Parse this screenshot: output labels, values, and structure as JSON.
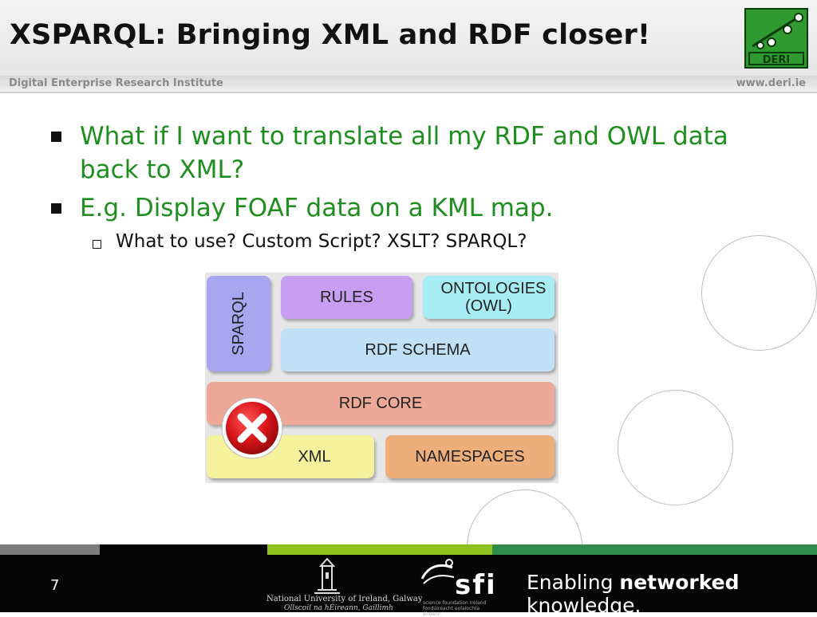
{
  "header": {
    "title": "XSPARQL: Bringing XML and RDF closer!",
    "institute": "Digital Enterprise Research Institute",
    "website": "www.deri.ie",
    "logo_text": "DERI"
  },
  "content": {
    "bullets": [
      "What if I want to translate all my RDF and OWL data back to XML?",
      "E.g. Display FOAF data on a KML map."
    ],
    "sub_bullet": "What to use? Custom Script? XSLT? SPARQL?"
  },
  "diagram": {
    "layers": {
      "sparql": "SPARQL",
      "rules": "RULES",
      "ontologies": "ONTOLOGIES (OWL)",
      "rdf_schema": "RDF SCHEMA",
      "rdf_core": "RDF CORE",
      "xml": "XML",
      "namespaces": "NAMESPACES"
    },
    "colors": {
      "sparql": "#a8a5f1",
      "rules": "#c89ef2",
      "ontologies": "#a6ecf3",
      "rdf_schema": "#bfe0f7",
      "rdf_core": "#eea898",
      "xml": "#f6f19c",
      "namespaces": "#eeae7a",
      "cross": "#d8141a"
    },
    "overlay_icon": "red-cross-icon"
  },
  "footer": {
    "page_number": "7",
    "nui_name": "National University of Ireland, Galway",
    "nui_irish": "Ollscoil na hÉireann, Gaillimh",
    "sfi_logo": "sfi",
    "sfi_caption": "science foundation ireland fondúireacht eolaíochta éireann",
    "slogan_pre": "Enabling ",
    "slogan_bold": "networked",
    "slogan_post": " knowledge."
  },
  "colors": {
    "bullet_text": "#1e8f1e",
    "stripe_gray": "#7d7d7d",
    "stripe_black": "#050505",
    "stripe_green_light": "#8fc21f",
    "stripe_green_dark": "#2e8d4a",
    "footer_bg": "#050505"
  }
}
